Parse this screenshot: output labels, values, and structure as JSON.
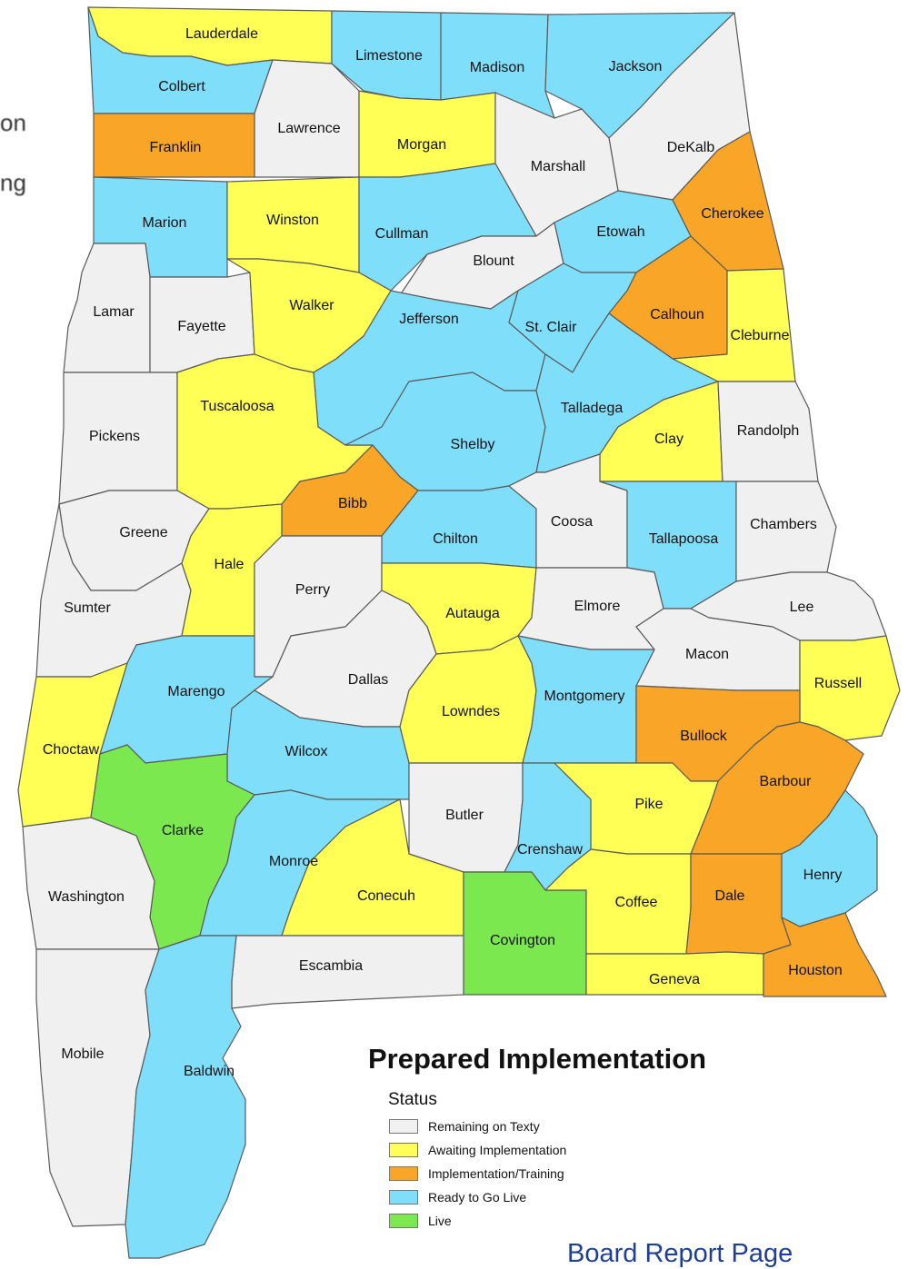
{
  "legend": {
    "title": "Prepared Implementation",
    "subtitle": "Status",
    "items": [
      {
        "key": "remaining",
        "label": "Remaining on Texty",
        "color": "#f0f0f0"
      },
      {
        "key": "awaiting",
        "label": "Awaiting Implementation",
        "color": "#ffff55"
      },
      {
        "key": "training",
        "label": "Implementation/Training",
        "color": "#f9a527"
      },
      {
        "key": "ready",
        "label": "Ready to Go Live",
        "color": "#7fdffb"
      },
      {
        "key": "live",
        "label": "Live",
        "color": "#7ce84f"
      }
    ]
  },
  "cutoff_text": [
    "on",
    "ng"
  ],
  "footer": "Board Report Page",
  "counties": [
    {
      "name": "Lauderdale",
      "status": "awaiting"
    },
    {
      "name": "Limestone",
      "status": "ready"
    },
    {
      "name": "Madison",
      "status": "ready"
    },
    {
      "name": "Jackson",
      "status": "ready"
    },
    {
      "name": "Colbert",
      "status": "ready"
    },
    {
      "name": "Lawrence",
      "status": "remaining"
    },
    {
      "name": "Morgan",
      "status": "awaiting"
    },
    {
      "name": "Franklin",
      "status": "training"
    },
    {
      "name": "DeKalb",
      "status": "remaining"
    },
    {
      "name": "Marshall",
      "status": "remaining"
    },
    {
      "name": "Marion",
      "status": "ready"
    },
    {
      "name": "Winston",
      "status": "awaiting"
    },
    {
      "name": "Cullman",
      "status": "ready"
    },
    {
      "name": "Blount",
      "status": "remaining"
    },
    {
      "name": "Etowah",
      "status": "ready"
    },
    {
      "name": "Cherokee",
      "status": "training"
    },
    {
      "name": "Lamar",
      "status": "remaining"
    },
    {
      "name": "Fayette",
      "status": "remaining"
    },
    {
      "name": "Walker",
      "status": "awaiting"
    },
    {
      "name": "Jefferson",
      "status": "ready"
    },
    {
      "name": "St. Clair",
      "status": "ready"
    },
    {
      "name": "Calhoun",
      "status": "training"
    },
    {
      "name": "Cleburne",
      "status": "awaiting"
    },
    {
      "name": "Pickens",
      "status": "remaining"
    },
    {
      "name": "Tuscaloosa",
      "status": "awaiting"
    },
    {
      "name": "Shelby",
      "status": "ready"
    },
    {
      "name": "Talladega",
      "status": "ready"
    },
    {
      "name": "Clay",
      "status": "awaiting"
    },
    {
      "name": "Randolph",
      "status": "remaining"
    },
    {
      "name": "Greene",
      "status": "remaining"
    },
    {
      "name": "Bibb",
      "status": "training"
    },
    {
      "name": "Chilton",
      "status": "ready"
    },
    {
      "name": "Coosa",
      "status": "remaining"
    },
    {
      "name": "Tallapoosa",
      "status": "ready"
    },
    {
      "name": "Chambers",
      "status": "remaining"
    },
    {
      "name": "Sumter",
      "status": "remaining"
    },
    {
      "name": "Hale",
      "status": "awaiting"
    },
    {
      "name": "Perry",
      "status": "remaining"
    },
    {
      "name": "Autauga",
      "status": "awaiting"
    },
    {
      "name": "Elmore",
      "status": "remaining"
    },
    {
      "name": "Lee",
      "status": "remaining"
    },
    {
      "name": "Macon",
      "status": "remaining"
    },
    {
      "name": "Marengo",
      "status": "ready"
    },
    {
      "name": "Dallas",
      "status": "remaining"
    },
    {
      "name": "Lowndes",
      "status": "awaiting"
    },
    {
      "name": "Montgomery",
      "status": "ready"
    },
    {
      "name": "Russell",
      "status": "awaiting"
    },
    {
      "name": "Choctaw",
      "status": "awaiting"
    },
    {
      "name": "Wilcox",
      "status": "ready"
    },
    {
      "name": "Bullock",
      "status": "training"
    },
    {
      "name": "Barbour",
      "status": "training"
    },
    {
      "name": "Butler",
      "status": "remaining"
    },
    {
      "name": "Pike",
      "status": "awaiting"
    },
    {
      "name": "Clarke",
      "status": "live"
    },
    {
      "name": "Monroe",
      "status": "ready"
    },
    {
      "name": "Crenshaw",
      "status": "ready"
    },
    {
      "name": "Henry",
      "status": "ready"
    },
    {
      "name": "Washington",
      "status": "remaining"
    },
    {
      "name": "Conecuh",
      "status": "awaiting"
    },
    {
      "name": "Covington",
      "status": "live"
    },
    {
      "name": "Coffee",
      "status": "awaiting"
    },
    {
      "name": "Dale",
      "status": "training"
    },
    {
      "name": "Escambia",
      "status": "remaining"
    },
    {
      "name": "Geneva",
      "status": "awaiting"
    },
    {
      "name": "Houston",
      "status": "training"
    },
    {
      "name": "Mobile",
      "status": "remaining"
    },
    {
      "name": "Baldwin",
      "status": "ready"
    }
  ]
}
